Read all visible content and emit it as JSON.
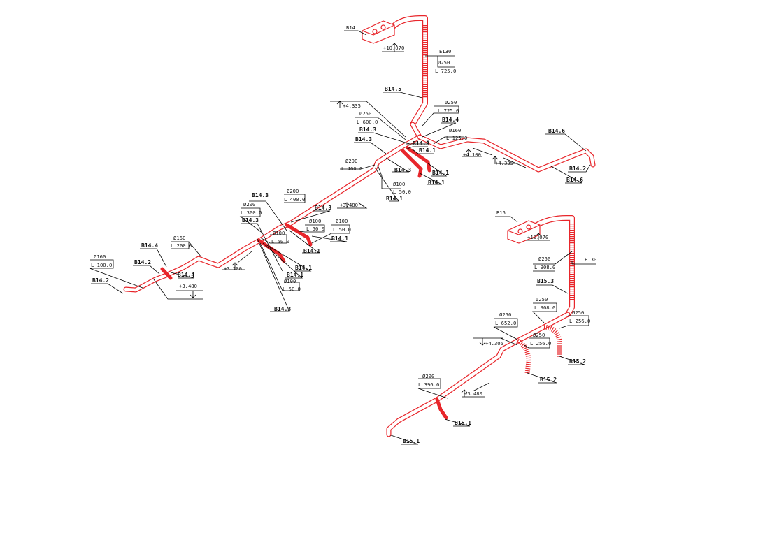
{
  "colors": {
    "duct": "#e8262b",
    "leader": "#000000",
    "background": "#ffffff"
  },
  "labels": {
    "b14": "B14",
    "b15": "B15",
    "elev_10070_a": "+10.070",
    "elev_10070_b": "+10.070",
    "elev_4335_a": "+4.335",
    "elev_4335_b": "+4.335",
    "elev_4100": "+4.100",
    "elev_3480_a": "+3.480",
    "elev_3480_b": "+3.480",
    "elev_3480_c": "+3.480",
    "elev_3200": "+3.200",
    "elev_4305": "+4.305",
    "ei30_a": "EI30",
    "ei30_b": "EI30",
    "d250": "Ø250",
    "d200": "Ø200",
    "d160": "Ø160",
    "d100": "Ø100",
    "l725": "L  725.0",
    "l600": "L  600.0",
    "l125": "L  125.0",
    "l400": "L  400.0",
    "l300": "L  300.0",
    "l200": "L  200.0",
    "l100": "L  100.0",
    "l50": "L  50.0",
    "l908": "L  908.0",
    "l652": "L  652.0",
    "l256": "L  256.0",
    "l396": "L  396.0",
    "b14_1": "B14.1",
    "b14_2": "B14.2",
    "b14_3": "B14.3",
    "b14_4": "B14.4",
    "b14_5": "B14.5",
    "b14_6": "B14.6",
    "b15_1": "B15.1",
    "b15_2": "B15.2",
    "b15_3": "B15.3"
  }
}
